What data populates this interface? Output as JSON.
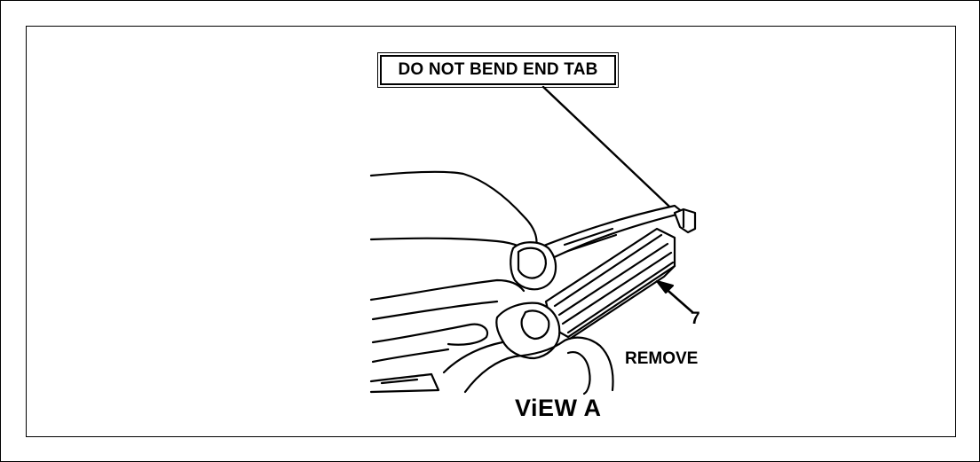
{
  "callout": {
    "text": "DO NOT BEND END TAB"
  },
  "labels": {
    "part_number": "7",
    "action": "REMOVE",
    "view": "ViEW A"
  },
  "colors": {
    "ink": "#000000",
    "paper": "#ffffff"
  },
  "icons": {
    "callout_arrow": "leader-line",
    "part_arrow": "arrow-pointer"
  }
}
